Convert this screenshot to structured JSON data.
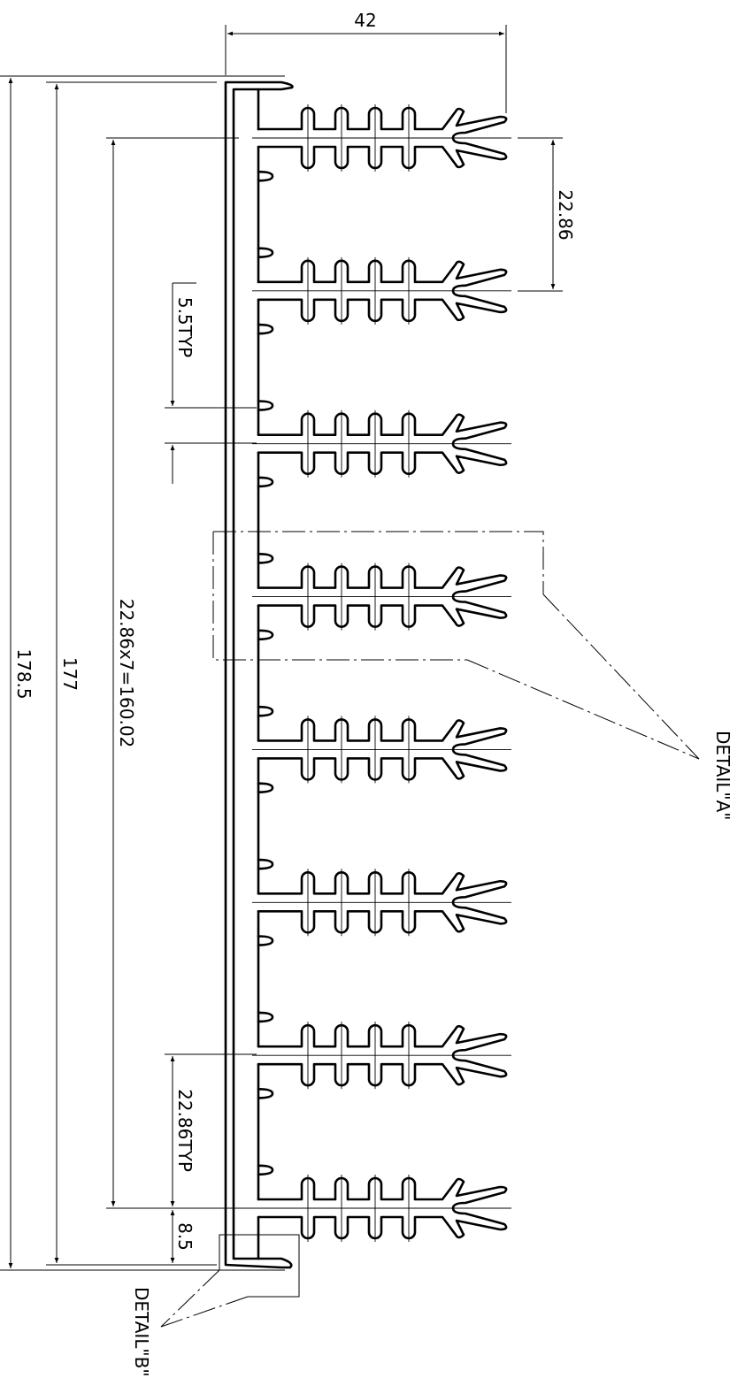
{
  "dimensions": {
    "width_42": "42",
    "pitch_22_86": "22.86",
    "gap_5_5": "5.5TYP",
    "total_pitch": "22.86x7=160.02",
    "height_177": "177",
    "height_178_5": "178.5",
    "pitch_typ": "22.86TYP",
    "edge_8_5": "8.5"
  },
  "callouts": {
    "detail_a": "DETAIL\"A\"",
    "detail_b": "DETAIL\"B\""
  },
  "fin_count": 8,
  "fin_pitch_mm": 22.86
}
